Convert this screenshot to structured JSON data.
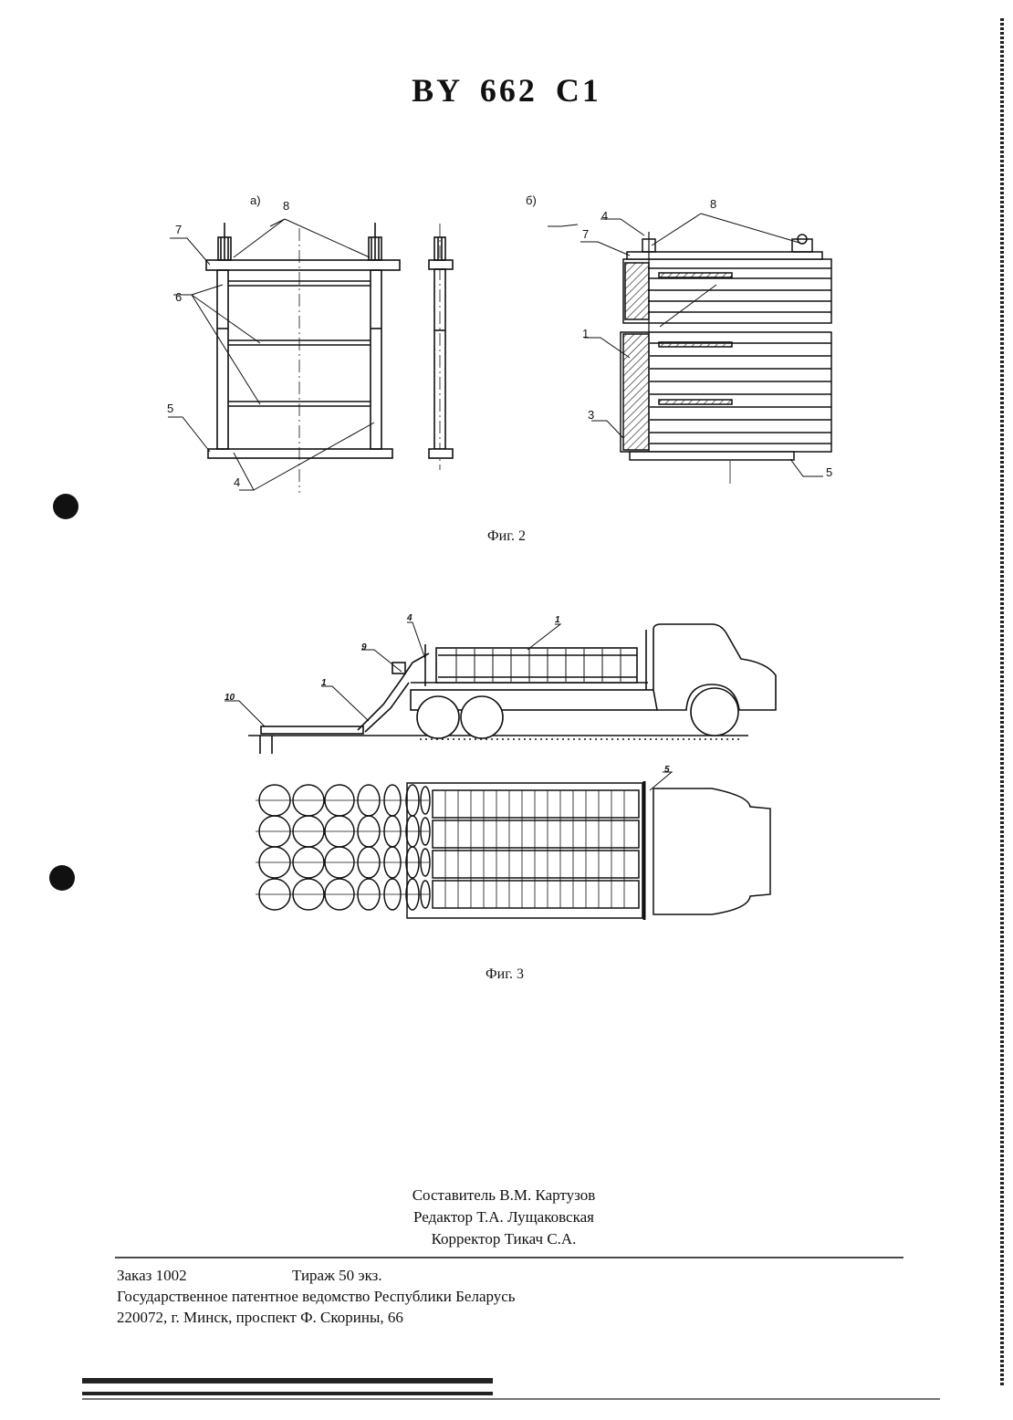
{
  "document": {
    "number": "BY 662 C1"
  },
  "figure2": {
    "caption": "Фиг. 2",
    "variant_a": "а)",
    "variant_b": "б)",
    "labels_a": [
      "8",
      "7",
      "6",
      "5",
      "4"
    ],
    "labels_b": [
      "8",
      "4",
      "7",
      "1",
      "3",
      "5"
    ]
  },
  "figure3": {
    "caption": "Фиг. 3",
    "labels": [
      "4",
      "1",
      "9",
      "10",
      "1",
      "5"
    ]
  },
  "imprint": {
    "compiler": "Составитель В.М. Картузов",
    "editor": "Редактор Т.А. Лущаковская",
    "corrector": "Корректор Тикач С.А."
  },
  "footer": {
    "order": "Заказ  1002",
    "circulation": "Тираж 50 экз.",
    "office": "Государственное патентное ведомство Республики Беларусь",
    "address": "220072, г. Минск, проспект Ф. Скорины, 66"
  },
  "colors": {
    "ink": "#111111",
    "hatch": "#333333",
    "paper": "#ffffff"
  }
}
